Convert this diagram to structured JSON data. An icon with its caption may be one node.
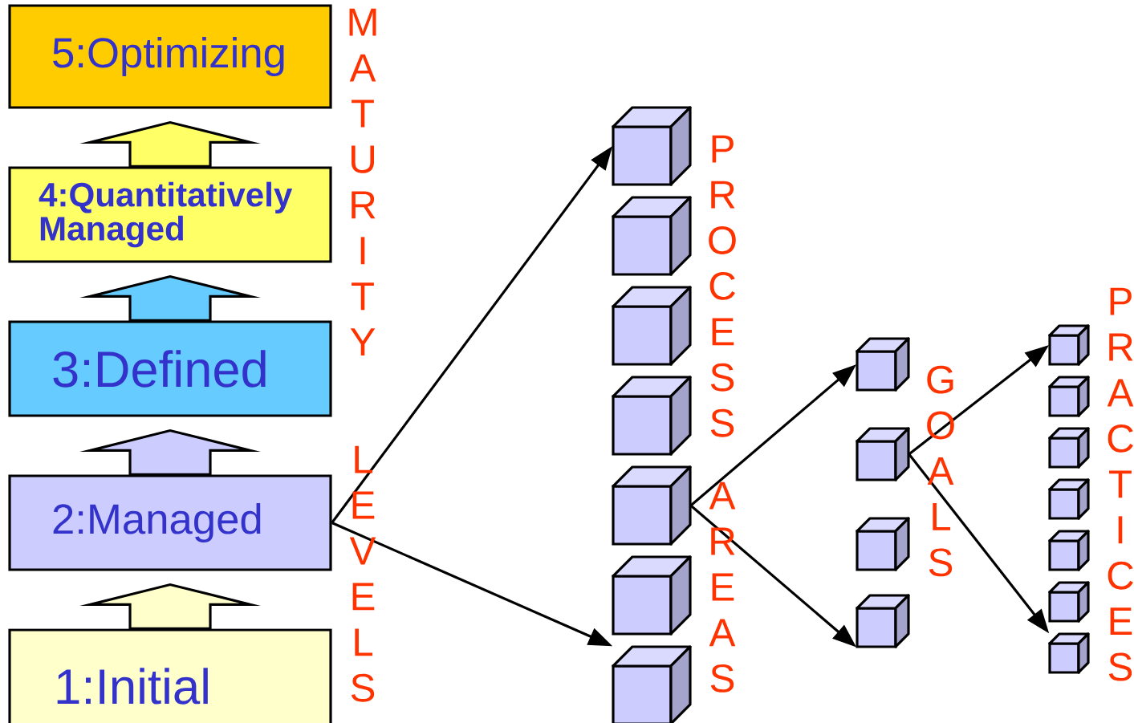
{
  "diagram": {
    "nodes": [
      {
        "text": [
          "5:Optimizing"
        ]
      },
      {
        "text": [
          "4:Quantitatively Managed"
        ]
      },
      {
        "text": [
          "3:Defined"
        ]
      },
      {
        "text": [
          "2:Managed"
        ]
      },
      {
        "text": [
          "1:Initial"
        ]
      },
      {
        "text": [],
        "shape": "cube"
      },
      {
        "text": [],
        "shape": "cube"
      },
      {
        "text": [],
        "shape": "cube"
      },
      {
        "text": [],
        "shape": "cube"
      },
      {
        "text": [],
        "shape": "cube"
      },
      {
        "text": [],
        "shape": "cube"
      },
      {
        "text": [],
        "shape": "cube"
      },
      {
        "text": [],
        "shape": "cube"
      },
      {
        "text": [],
        "shape": "cube"
      },
      {
        "text": [],
        "shape": "cube"
      },
      {
        "text": [],
        "shape": "cube"
      },
      {
        "text": [],
        "shape": "cube"
      },
      {
        "text": [],
        "shape": "cube"
      },
      {
        "text": [],
        "shape": "cube"
      },
      {
        "text": [],
        "shape": "cube"
      },
      {
        "text": [],
        "shape": "cube"
      },
      {
        "text": [],
        "shape": "cube"
      },
      {
        "text": [],
        "shape": "cube"
      }
    ],
    "edges": [
      {
        "from": 4,
        "to": 3,
        "arrow": "to",
        "color": "#ffffcc"
      },
      {
        "from": 3,
        "to": 2,
        "arrow": "to",
        "color": "#ccccff"
      },
      {
        "from": 2,
        "to": 1,
        "arrow": "to",
        "color": "#66ccff"
      },
      {
        "from": 1,
        "to": 0,
        "arrow": "to",
        "color": "#ffff66"
      },
      {
        "from": 3,
        "to": 5,
        "arrow": "to"
      },
      {
        "from": 3,
        "to": 11,
        "arrow": "to"
      },
      {
        "from": 9,
        "to": 12,
        "arrow": "to"
      },
      {
        "from": 9,
        "to": 15,
        "arrow": "to"
      },
      {
        "from": 13,
        "to": 16,
        "arrow": "to"
      },
      {
        "from": 13,
        "to": 22,
        "arrow": "to"
      }
    ],
    "labels": [
      "MATURITY",
      "LEVELS",
      "PROCESS",
      "AREAS",
      "GOALS",
      "PRACTICES"
    ]
  }
}
